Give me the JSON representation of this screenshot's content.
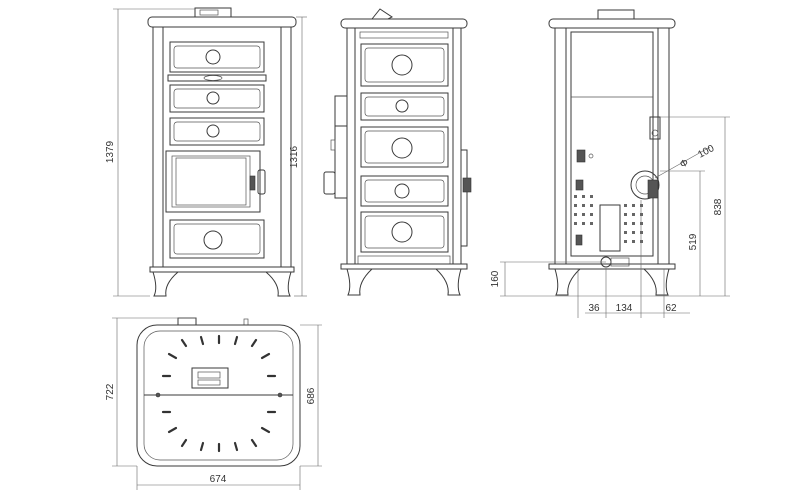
{
  "dimensions": {
    "front_height": "1379",
    "side_height": "1316",
    "rear_right_height": "838",
    "rear_flue_height": "519",
    "rear_bottom_height": "160",
    "flue_diameter_symbol": "Φ",
    "flue_diameter": "100",
    "rear_offset_left": "36",
    "rear_flue_spacing": "134",
    "rear_offset_right": "62",
    "top_depth_outer": "722",
    "top_depth_inner": "686",
    "top_width": "674"
  },
  "colors": {
    "line": "#3a3a3a",
    "dimension": "#666666",
    "background": "#ffffff"
  }
}
